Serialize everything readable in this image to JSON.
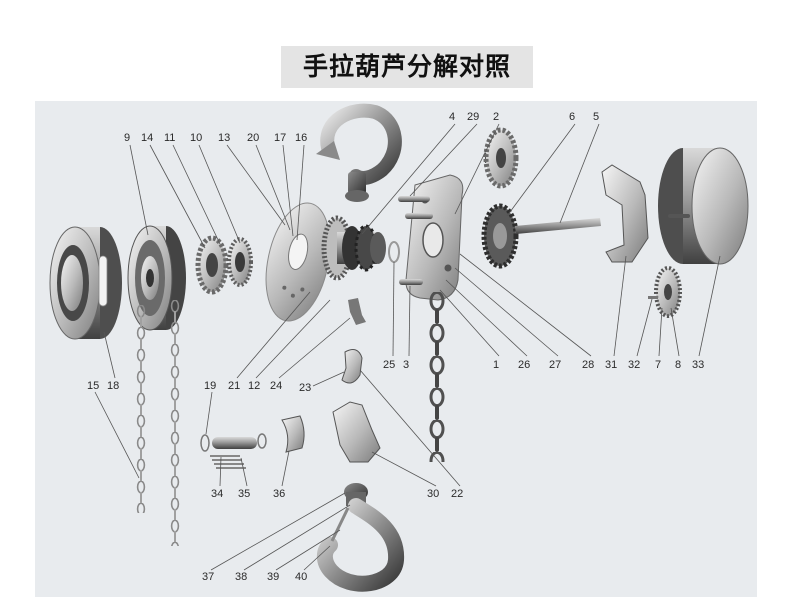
{
  "title": "手拉葫芦分解对照",
  "part_numbers": {
    "top_left": [
      "9",
      "14",
      "11",
      "10",
      "13",
      "20",
      "17",
      "16"
    ],
    "top_center": [
      "4",
      "29",
      "2"
    ],
    "top_right": [
      "6",
      "5"
    ],
    "middle_row": [
      "25",
      "3",
      "1",
      "26",
      "27",
      "28",
      "31",
      "32",
      "7",
      "8",
      "33"
    ],
    "left_row": [
      "15",
      "18",
      "19",
      "21",
      "12",
      "24",
      "23"
    ],
    "lower_row": [
      "34",
      "35",
      "36",
      "30",
      "22"
    ],
    "bottom_row": [
      "37",
      "38",
      "39",
      "40"
    ]
  },
  "colors": {
    "panel": "#e8ebee",
    "title_background": "#e4e4e4"
  }
}
